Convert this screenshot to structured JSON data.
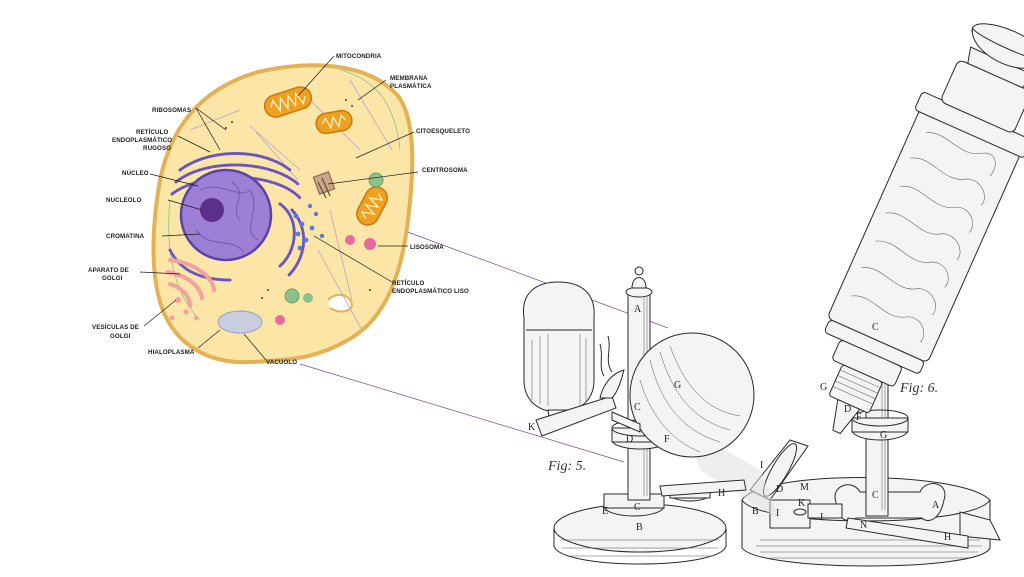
{
  "cell_labels": {
    "mitocondria": "MITOCONDRIA",
    "membrana_1": "MEMBRANA",
    "membrana_2": "PLASMÁTICA",
    "ribosomas": "RIBOSOMAS",
    "rer_1": "RETÍCULO",
    "rer_2": "ENDOPLASMÁTICO",
    "rer_3": "RUGOSO",
    "citoesqueleto": "CITOESQUELETO",
    "centrosoma": "CENTROSOMA",
    "nucleo": "NÚCLEO",
    "nucleolo": "NUCLEOLO",
    "cromatina": "CROMATINA",
    "lisosoma": "LISOSOMA",
    "golgi_1": "APARATO DE",
    "golgi_2": "GOLGI",
    "rel_1": "RETÍCULO",
    "rel_2": "ENDOPLASMÁTICO LISO",
    "vesiculas_1": "VESÍCULAS DE",
    "vesiculas_2": "GOLGI",
    "hialoplasma": "HIALOPLASMA",
    "vacuolo": "VACUOLO"
  },
  "microscope": {
    "fig5": "Fig: 5.",
    "fig6": "Fig: 6.",
    "letters": {
      "a1": "A",
      "a2": "A",
      "b1": "B",
      "b2": "B",
      "c1": "C",
      "c2": "C",
      "c3": "C",
      "c4": "C",
      "d1": "D",
      "d2": "D",
      "d3": "D",
      "e1": "E",
      "f1": "F",
      "f2": "F",
      "g1": "G",
      "g2": "G",
      "g3": "G",
      "h1": "H",
      "h2": "H",
      "i1": "I",
      "i2": "I",
      "i3": "I",
      "k1": "K",
      "k2": "K",
      "m1": "M",
      "n1": "N"
    }
  },
  "colors": {
    "cytoplasm": "#fbe6a8",
    "membrane": "#e2b255",
    "nucleus": "#9d7fd6",
    "nucleolus": "#5b2f8a",
    "er": "#6a55c0",
    "mitochondria": "#f0a020",
    "golgi": "#f3a0a0",
    "lysosome": "#e56aa0",
    "vacuole": "#c8cde0",
    "connector": "#6a3c8a"
  }
}
